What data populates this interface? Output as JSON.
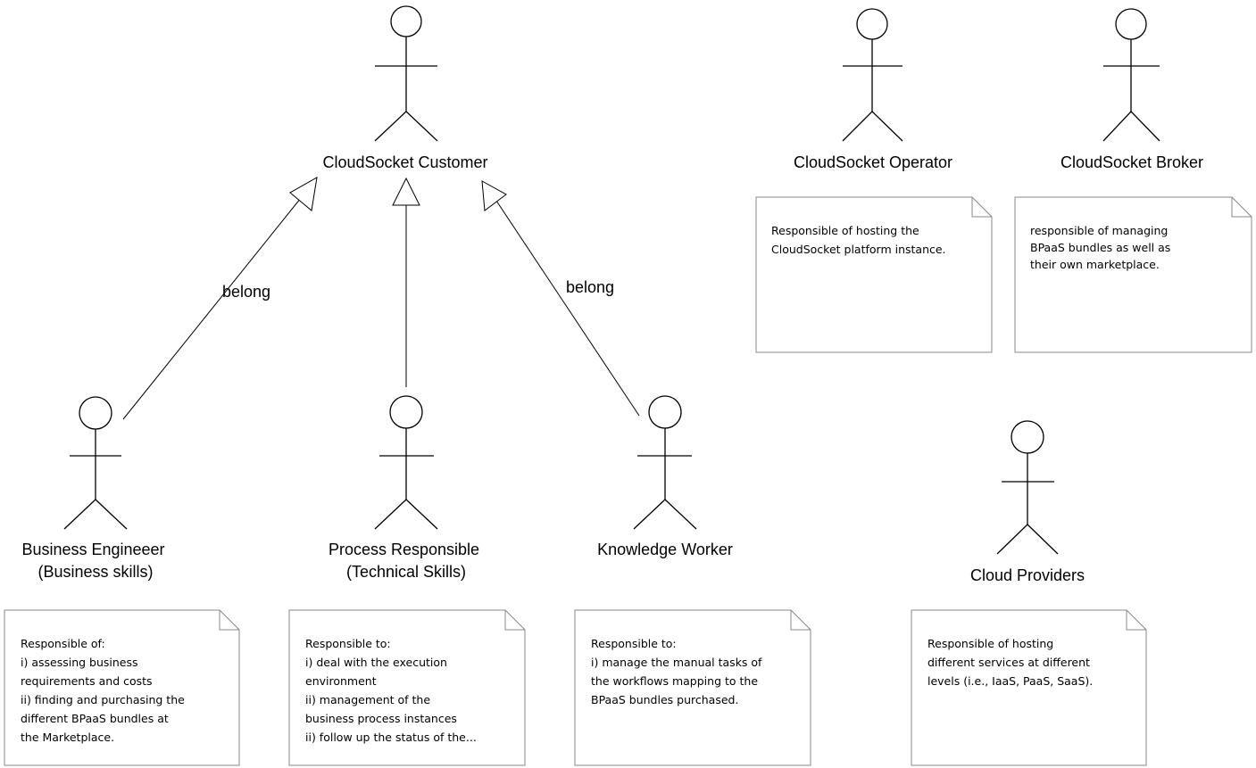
{
  "actors": [
    {
      "id": "cloudsocket-customer",
      "name_lines": [
        "CloudSocket Customer"
      ]
    },
    {
      "id": "cloudsocket-operator",
      "name_lines": [
        "CloudSocket Operator"
      ]
    },
    {
      "id": "cloudsocket-broker",
      "name_lines": [
        "CloudSocket Broker"
      ]
    },
    {
      "id": "business-engineer",
      "name_lines": [
        "Business Engineeer",
        "(Business skills)"
      ]
    },
    {
      "id": "process-responsible",
      "name_lines": [
        "Process Responsible",
        "(Technical Skills)"
      ]
    },
    {
      "id": "knowledge-worker",
      "name_lines": [
        "Knowledge Worker"
      ]
    },
    {
      "id": "cloud-providers",
      "name_lines": [
        "Cloud Providers"
      ]
    }
  ],
  "relations": [
    {
      "id": "business-engineer-to-customer",
      "label": "belong"
    },
    {
      "id": "process-responsible-to-customer",
      "label": ""
    },
    {
      "id": "knowledge-worker-to-customer",
      "label": "belong"
    }
  ],
  "notes": [
    {
      "id": "operator-note",
      "lines": [
        "Responsible of hosting the",
        "CloudSocket platform instance."
      ]
    },
    {
      "id": "broker-note",
      "lines": [
        "responsible of managing",
        "BPaaS bundles as well as",
        "their own marketplace."
      ]
    },
    {
      "id": "business-engineer-note",
      "lines": [
        "Responsible of:",
        "i) assessing business",
        "requirements and costs",
        "ii) finding and purchasing the",
        "different BPaaS bundles at",
        "the Marketplace."
      ]
    },
    {
      "id": "process-responsible-note",
      "lines": [
        "Responsible to:",
        "i) deal with the execution",
        "environment",
        "ii) management of the",
        "business process instances",
        "ii) follow up the status of the..."
      ]
    },
    {
      "id": "knowledge-worker-note",
      "lines": [
        "Responsible to:",
        "i) manage the manual tasks of",
        "the workflows mapping to the",
        "BPaaS bundles purchased."
      ]
    },
    {
      "id": "cloud-providers-note",
      "lines": [
        "Responsible of hosting",
        "different services at different",
        "levels (i.e., IaaS, PaaS, SaaS)."
      ]
    }
  ]
}
